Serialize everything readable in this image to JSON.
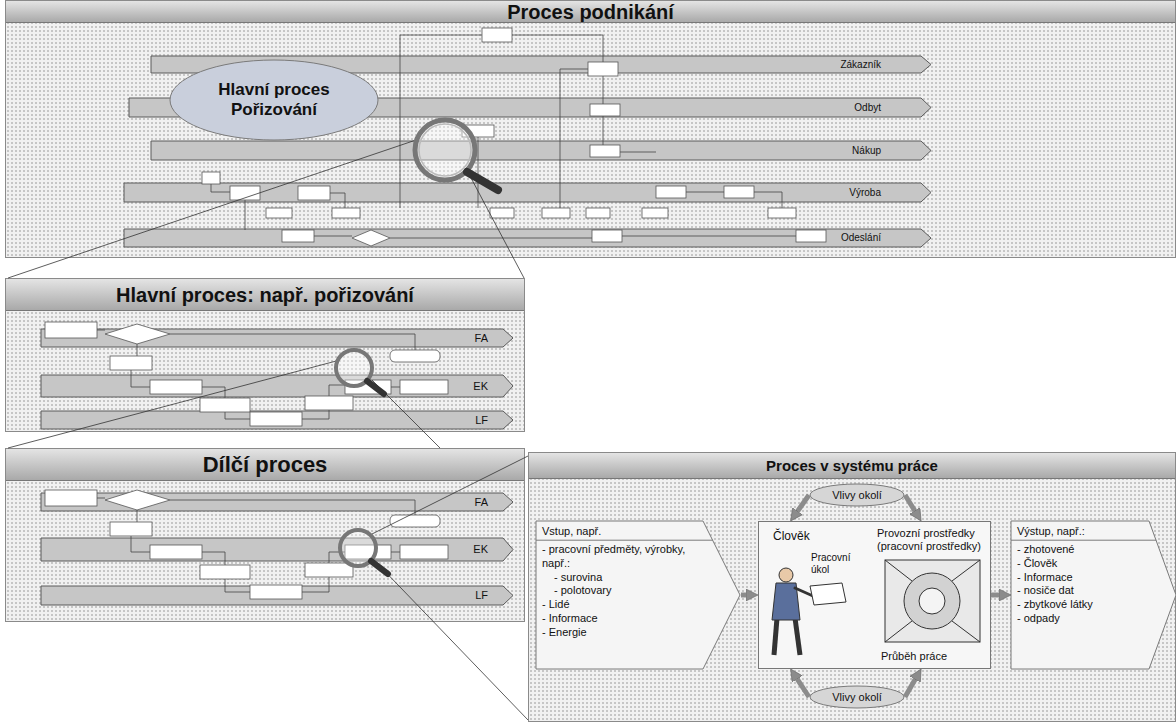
{
  "diagram": {
    "nodes": [
      {
        "text": [
          "Proces podnikání"
        ]
      },
      {
        "text": [
          "Zákazník"
        ],
        "in": 0
      },
      {
        "text": [
          "Odbyt"
        ],
        "in": 0
      },
      {
        "text": [
          "Nákup"
        ],
        "in": 0
      },
      {
        "text": [
          "Výroba"
        ],
        "in": 0
      },
      {
        "text": [
          "Odeslání"
        ],
        "in": 0
      },
      {
        "text": [
          "Hlavní proces Pořizování"
        ],
        "in": 0
      },
      {
        "text": [
          "Hlavní proces: např. pořizování"
        ]
      },
      {
        "text": [
          "FA"
        ],
        "in": 7
      },
      {
        "text": [
          "EK"
        ],
        "in": 7
      },
      {
        "text": [
          "LF"
        ],
        "in": 7
      },
      {
        "text": [
          "Dílčí proces"
        ]
      },
      {
        "text": [
          "FA"
        ],
        "in": 11
      },
      {
        "text": [
          "EK"
        ],
        "in": 11
      },
      {
        "text": [
          "LF"
        ],
        "in": 11
      },
      {
        "text": [
          "Proces v systému práce"
        ]
      },
      {
        "text": [
          "Vlivy okolí"
        ],
        "in": 15
      },
      {
        "text": [
          "Vstup, např.",
          "- pracovní předměty, výrobky, např.:",
          "- surovina",
          "- polotovary",
          "- Lidé",
          "- Informace",
          "- Energie"
        ],
        "in": 15
      },
      {
        "text": [
          "Člověk",
          "Pracovní úkol",
          "Provozní prostředky (pracovní prostředky)",
          "Průběh práce"
        ],
        "in": 15
      },
      {
        "text": [
          "Výstup, např.:",
          "- zhotovené",
          "- Člověk",
          "- Informace",
          "- nosiče dat",
          "- zbytkové látky",
          "- odpady"
        ],
        "in": 15
      },
      {
        "text": [
          "Vlivy okolí"
        ],
        "in": 15
      }
    ],
    "edges": [
      {
        "from": 17,
        "to": 18,
        "arrow": "to"
      },
      {
        "from": 18,
        "to": 19,
        "arrow": "to"
      },
      {
        "from": 16,
        "to": 18,
        "arrow": "to"
      },
      {
        "from": 16,
        "to": 18,
        "arrow": "to"
      },
      {
        "from": 20,
        "to": 18,
        "arrow": "to"
      },
      {
        "from": 20,
        "to": 18,
        "arrow": "to"
      }
    ]
  }
}
